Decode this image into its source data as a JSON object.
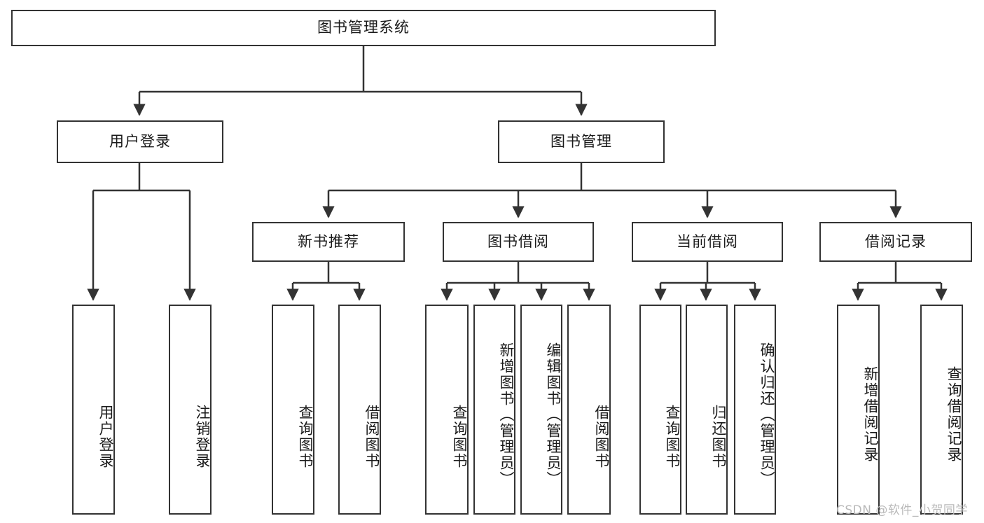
{
  "diagram": {
    "title": "图书管理系统",
    "type": "hierarchy-tree",
    "watermark": "CSDN @软件_小贺同学",
    "colors": {
      "box_border": "#333333",
      "box_fill": "#ffffff",
      "edge": "#333333",
      "text": "#1a1a1a",
      "watermark": "#b9b9b9"
    },
    "levels": [
      {
        "level": 1,
        "nodes": [
          {
            "id": "root",
            "label": "图书管理系统"
          }
        ]
      },
      {
        "level": 2,
        "nodes": [
          {
            "id": "user-login",
            "label": "用户登录",
            "parent": "root"
          },
          {
            "id": "book-manage",
            "label": "图书管理",
            "parent": "root"
          }
        ]
      },
      {
        "level": 3,
        "nodes": [
          {
            "id": "new-book-rec",
            "label": "新书推荐",
            "parent": "book-manage"
          },
          {
            "id": "book-borrow",
            "label": "图书借阅",
            "parent": "book-manage"
          },
          {
            "id": "current-borrow",
            "label": "当前借阅",
            "parent": "book-manage"
          },
          {
            "id": "borrow-record",
            "label": "借阅记录",
            "parent": "book-manage"
          }
        ]
      },
      {
        "level": 4,
        "nodes": [
          {
            "id": "leaf-user-login",
            "label": "用户登录",
            "parent": "user-login"
          },
          {
            "id": "leaf-logout",
            "label": "注销登录",
            "parent": "user-login"
          },
          {
            "id": "leaf-query-book-1",
            "label": "查询图书",
            "parent": "new-book-rec"
          },
          {
            "id": "leaf-borrow-book-1",
            "label": "借阅图书",
            "parent": "new-book-rec"
          },
          {
            "id": "leaf-query-book-2",
            "label": "查询图书",
            "parent": "book-borrow"
          },
          {
            "id": "leaf-add-book",
            "label": "新增图书（管理员）",
            "parent": "book-borrow"
          },
          {
            "id": "leaf-edit-book",
            "label": "编辑图书（管理员）",
            "parent": "book-borrow"
          },
          {
            "id": "leaf-borrow-book-2",
            "label": "借阅图书",
            "parent": "book-borrow"
          },
          {
            "id": "leaf-query-book-3",
            "label": "查询图书",
            "parent": "current-borrow"
          },
          {
            "id": "leaf-return-book",
            "label": "归还图书",
            "parent": "current-borrow"
          },
          {
            "id": "leaf-confirm-return",
            "label": "确认归还（管理员）",
            "parent": "current-borrow"
          },
          {
            "id": "leaf-add-record",
            "label": "新增借阅记录",
            "parent": "borrow-record"
          },
          {
            "id": "leaf-query-record",
            "label": "查询借阅记录",
            "parent": "borrow-record"
          }
        ]
      }
    ]
  }
}
